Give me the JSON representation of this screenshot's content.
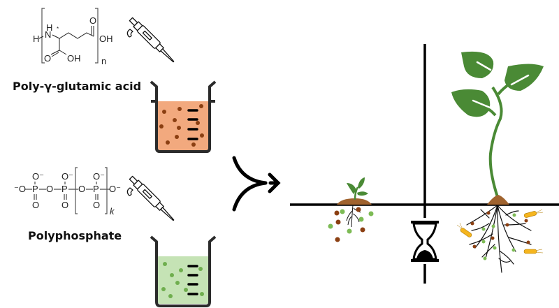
{
  "figure": {
    "compounds": [
      {
        "name": "Poly-γ-glutamic acid",
        "structure_labels": {
          "h_terminal": "H",
          "nh": "N",
          "nh_h": "H",
          "stereo": "*",
          "acid_o_top": "O",
          "acid_oh_top": "OH",
          "acid_o_bottom": "O",
          "acid_oh_bottom": "OH",
          "repeat_subscript": "n"
        },
        "solution_color": "#f2a97e",
        "particle_color": "#8b3f12"
      },
      {
        "name": "Polyphosphate",
        "structure_labels": {
          "o_minus_left": "⁻O",
          "p": "P",
          "o": "O",
          "o_minus": "O⁻",
          "o_minus_right": "O⁻",
          "repeat_subscript": "k"
        },
        "solution_color": "#c5e3b5",
        "particle_color": "#6fae4e"
      }
    ],
    "colors": {
      "leaf_green": "#4a8a35",
      "soil_brown": "#a0632e",
      "nutrient_brown": "#8b3f12",
      "nutrient_green": "#7dbb55",
      "bacteria_yellow": "#f5b51e",
      "line_black": "#000000",
      "beaker_outline": "#2b2b2b"
    },
    "icons": [
      "pipette-icon",
      "beaker-icon",
      "merge-arrow-icon",
      "hourglass-icon",
      "seedling-icon",
      "plant-icon",
      "roots-icon",
      "bacteria-icon"
    ]
  }
}
